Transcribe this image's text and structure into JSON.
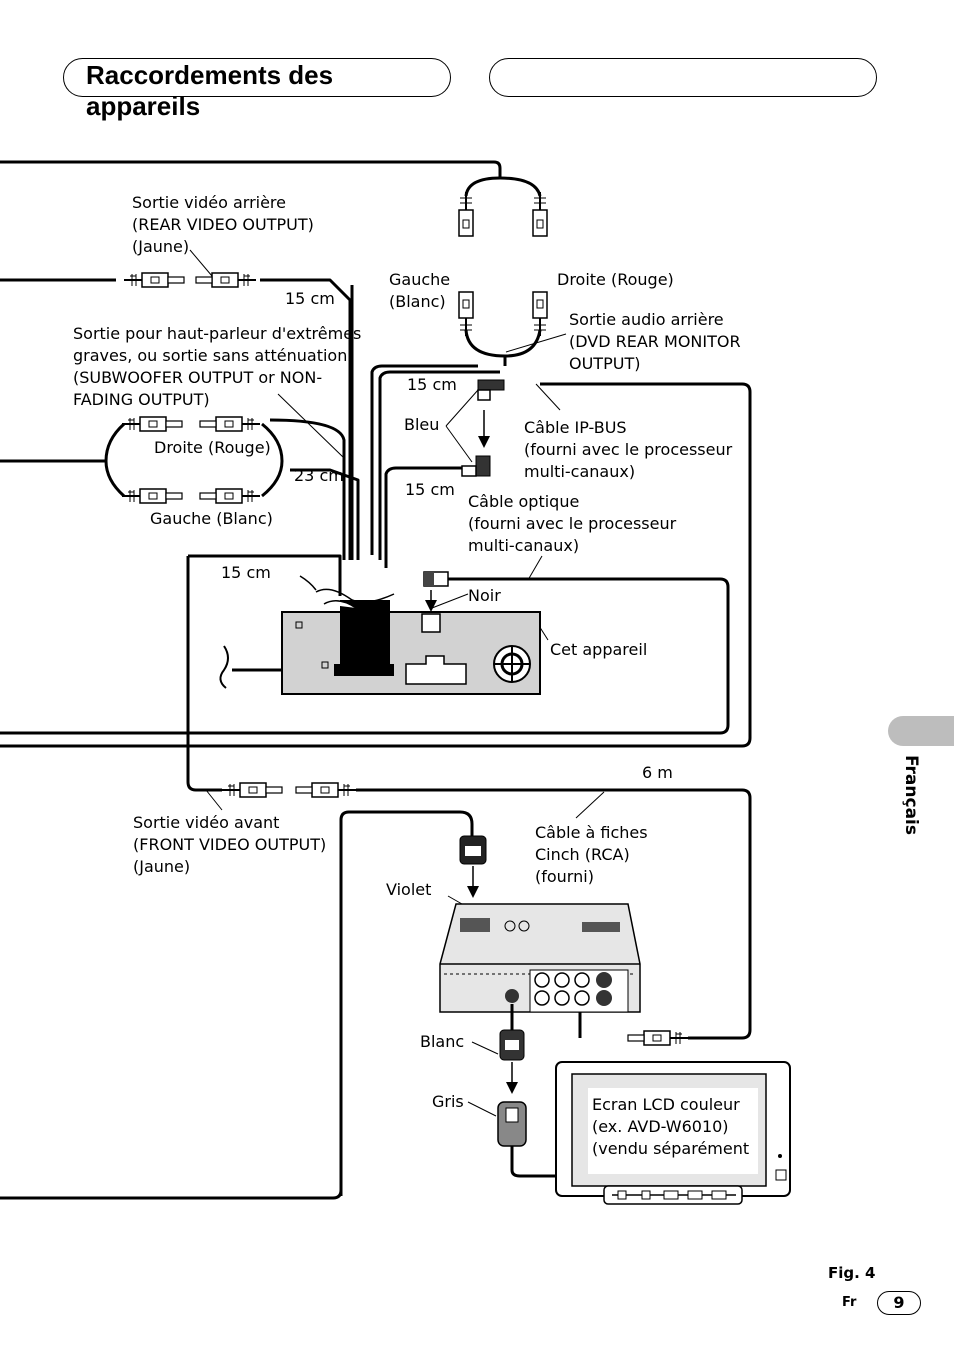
{
  "header": {
    "title": "Raccordements des appareils",
    "right_box": ""
  },
  "labels": {
    "rear_video": [
      "Sortie vidéo arrière",
      "(REAR VIDEO OUTPUT)",
      "(Jaune)"
    ],
    "len_15cm_a": "15 cm",
    "subwoofer": [
      "Sortie pour haut-parleur d'extrêmes",
      "graves, ou sortie sans atténuation",
      "(SUBWOOFER OUTPUT or NON-",
      "FADING OUTPUT)"
    ],
    "sub_right": "Droite (Rouge)",
    "len_23cm": "23 cm",
    "sub_left": "Gauche (Blanc)",
    "len_15cm_b": "15 cm",
    "audio_left": [
      "Gauche",
      "(Blanc)"
    ],
    "audio_right": "Droite (Rouge)",
    "rear_audio": [
      "Sortie audio arrière",
      "(DVD REAR MONITOR",
      "OUTPUT)"
    ],
    "len_15cm_c": "15 cm",
    "blue": "Bleu",
    "ipbus": [
      "Câble IP-BUS",
      "(fourni avec le processeur",
      "multi-canaux)"
    ],
    "len_15cm_d": "15 cm",
    "optical": [
      "Câble optique",
      "(fourni avec le processeur",
      "multi-canaux)"
    ],
    "black": "Noir",
    "this_unit": "Cet appareil",
    "len_6m": "6 m",
    "front_video": [
      "Sortie vidéo avant",
      "(FRONT VIDEO OUTPUT)",
      "(Jaune)"
    ],
    "rca_cable": [
      "Câble à fiches",
      "Cinch (RCA)",
      "(fourni)"
    ],
    "violet": "Violet",
    "white": "Blanc",
    "grey": "Gris",
    "lcd": [
      "Ecran LCD couleur",
      "(ex. AVD-W6010)",
      "(vendu séparément"
    ]
  },
  "sidebar": {
    "language": "Français"
  },
  "footer": {
    "figure": "Fig. 4",
    "lang_code": "Fr",
    "page": "9"
  }
}
